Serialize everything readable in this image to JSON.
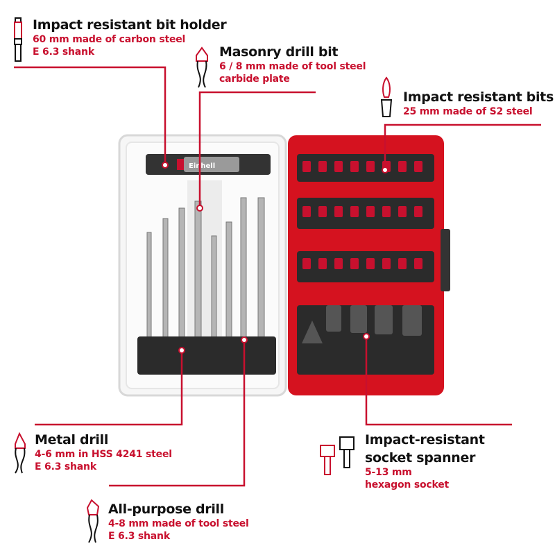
{
  "colors": {
    "accent": "#c8102e",
    "text": "#111111",
    "case_red": "#d5121f",
    "insert": "#2b2b2b"
  },
  "brand_on_holder": "Einhell",
  "callouts": [
    {
      "icon": "bit-holder-icon",
      "title": "Impact resistant bit holder",
      "lines": [
        "60 mm made of carbon steel",
        "E 6.3 shank"
      ]
    },
    {
      "icon": "masonry-drill-icon",
      "title": "Masonry drill bit",
      "lines": [
        "6 / 8 mm made of tool steel",
        "carbide plate"
      ]
    },
    {
      "icon": "screwdriver-bit-icon",
      "title": "Impact resistant bits",
      "lines": [
        "25 mm made of S2 steel"
      ]
    },
    {
      "icon": "metal-drill-icon",
      "title": "Metal drill",
      "lines": [
        "4-6 mm in HSS 4241 steel",
        "E 6.3 shank"
      ]
    },
    {
      "icon": "socket-spanner-icon",
      "title": "Impact-resistant socket spanner",
      "title_lines": [
        "Impact-resistant",
        "socket spanner"
      ],
      "lines": [
        "5-13 mm",
        "hexagon socket"
      ]
    },
    {
      "icon": "all-purpose-drill-icon",
      "title": "All-purpose drill",
      "lines": [
        "4-8 mm made of tool steel",
        "E 6.3 shank"
      ]
    }
  ]
}
